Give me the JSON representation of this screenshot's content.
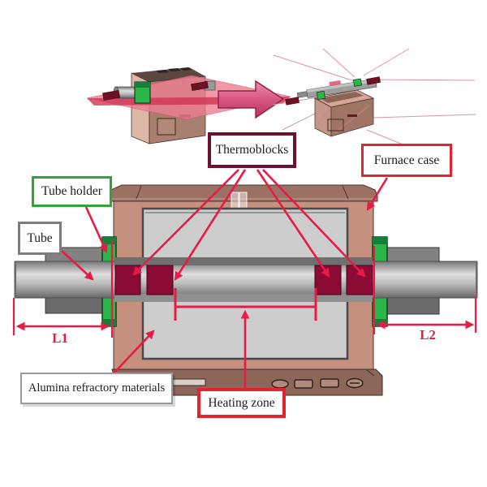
{
  "figure": {
    "labels": {
      "thermoblocks": "Thermoblocks",
      "furnace_case": "Furnace case",
      "tube_holder": "Tube holder",
      "tube": "Tube",
      "alumina_refractory": "Alumina refractory materials",
      "heating_zone": "Heating zone",
      "dimension_left": "L1",
      "dimension_right": "L2"
    },
    "colors": {
      "furnace_case_pink": "#c6907f",
      "lid_brown": "#9b7164",
      "base_brown": "#8d665a",
      "refractory_gray": "#cccdcc",
      "thermoblock_crimson": "#8c0b35",
      "tube_holder_green": "#2db54a",
      "tube_gray": "#bdbdbd",
      "sleeve_gray": "#828282",
      "annotation_red": "#e81a46",
      "label_border_red": "#e1242e",
      "label_border_maroon": "#6e0f2d",
      "label_border_green": "#2ea536",
      "label_border_gray": "#7d7d7d",
      "transform_arrow_pink": "#d85683",
      "plane_red": "#ee7f92"
    }
  }
}
